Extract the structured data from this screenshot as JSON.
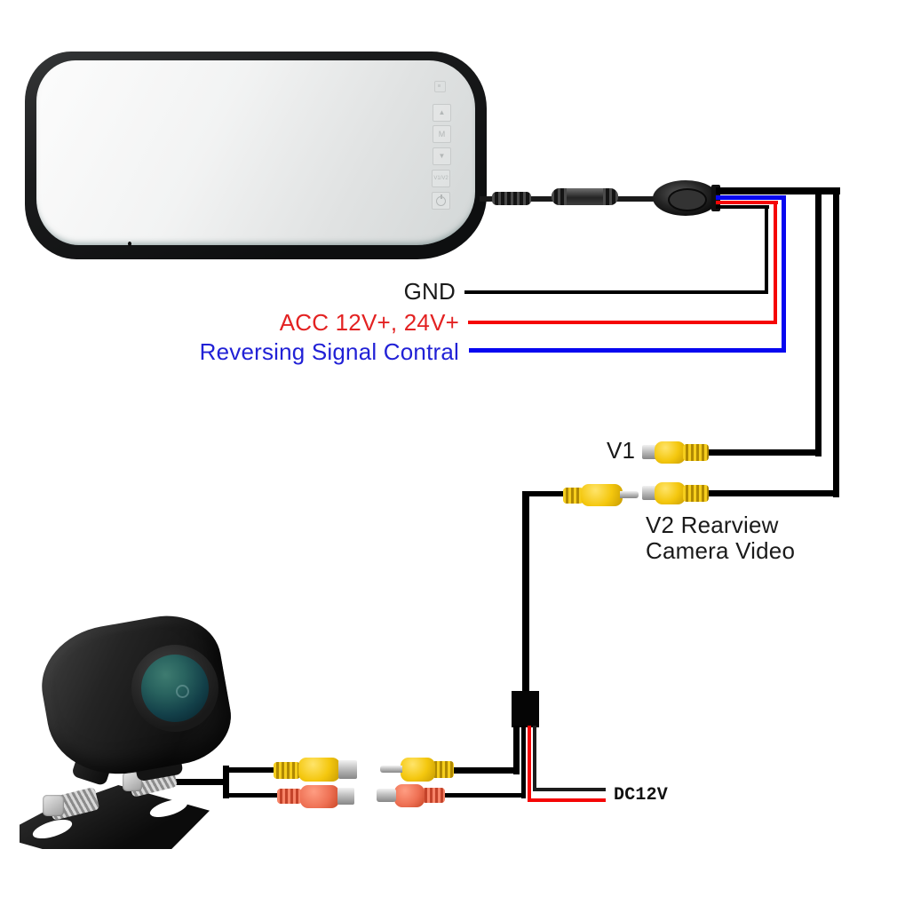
{
  "mirror": {
    "buttons": {
      "up": "▲",
      "menu": "M",
      "down": "▼",
      "source": "V1/V2"
    }
  },
  "wire_labels": {
    "gnd": "GND",
    "acc": "ACC 12V+, 24V+",
    "reversing": "Reversing Signal Contral"
  },
  "video": {
    "v1": "V1",
    "v2_line1": "V2 Rearview",
    "v2_line2": "Camera Video"
  },
  "power": {
    "dc": "DC12V"
  },
  "colors": {
    "wire_black": "#000000",
    "wire_red": "#f50505",
    "wire_blue": "#0707f0",
    "label_red": "#e32222",
    "label_blue": "#2121d6",
    "label_black": "#1a1a1a",
    "rca_yellow": "#f2c40c",
    "rca_orange": "#ee6f52",
    "silver": "#bfbfbf"
  }
}
